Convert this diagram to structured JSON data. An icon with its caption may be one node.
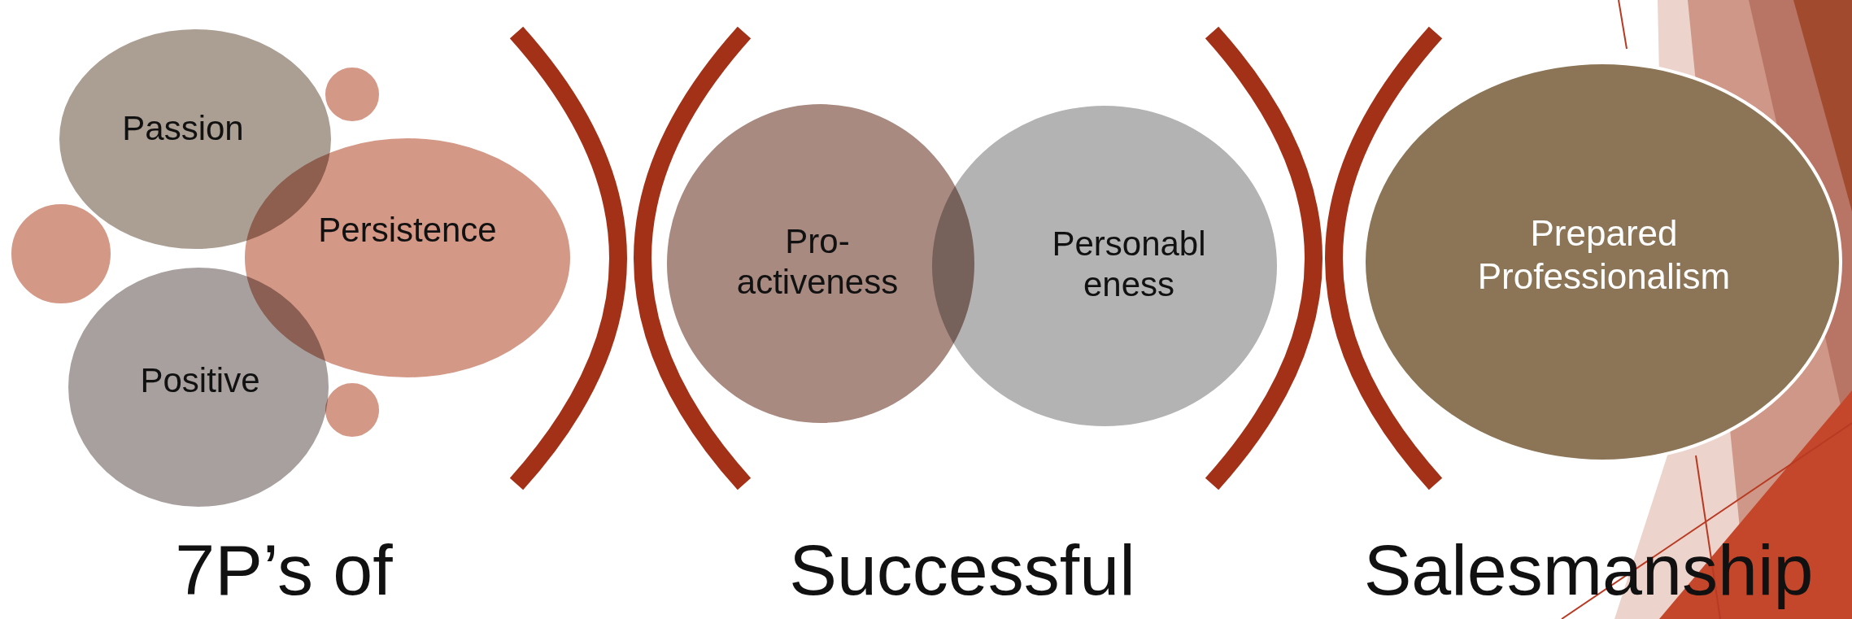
{
  "diagram": {
    "nodes": [
      {
        "text": [
          "Passion"
        ]
      },
      {
        "text": [],
        "shape": "circle"
      },
      {
        "text": [],
        "shape": "circle"
      },
      {
        "text": [
          "Persistence"
        ]
      },
      {
        "text": [
          "Positive"
        ]
      },
      {
        "text": [],
        "shape": "circle"
      },
      {
        "text": [
          "Pro- activeness"
        ]
      },
      {
        "text": [
          "Personabl eness"
        ]
      },
      {
        "text": [
          "Prepared Professionalism"
        ]
      }
    ],
    "labels": [
      "7P’s of",
      "Successful",
      "Salesmanship"
    ]
  }
}
